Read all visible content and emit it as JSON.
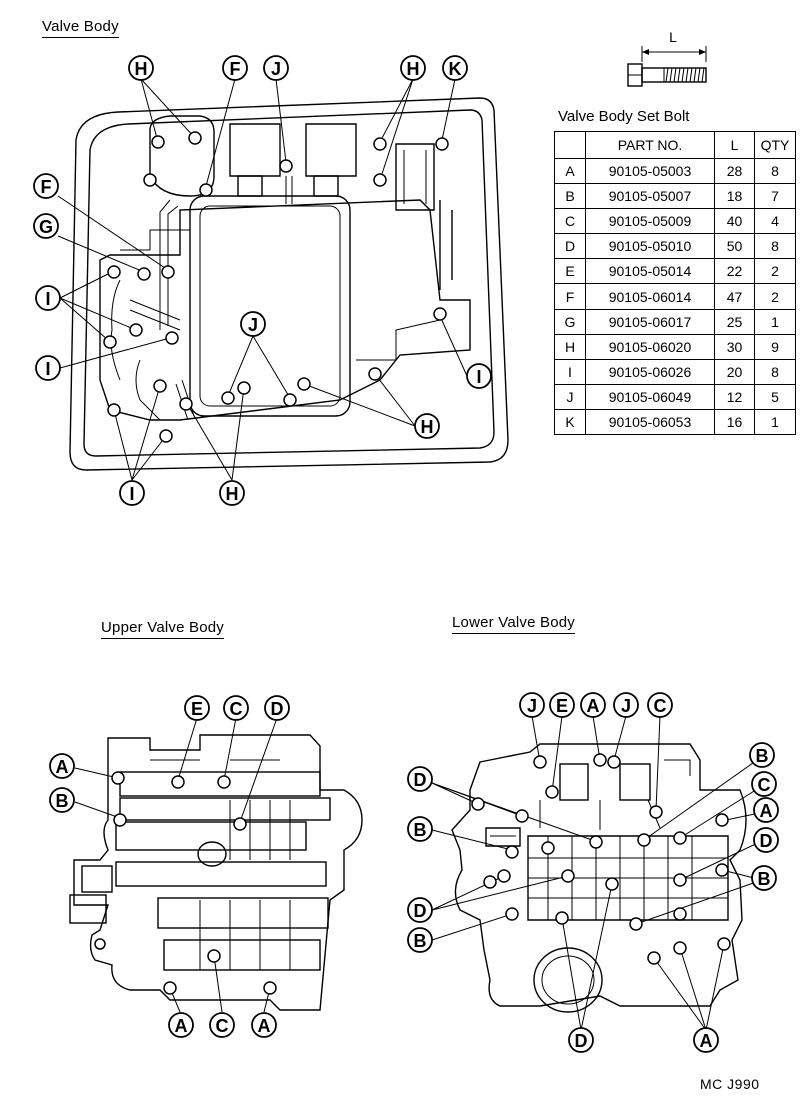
{
  "headings": {
    "valve_body": "Valve Body",
    "upper_valve_body": "Upper Valve Body",
    "lower_valve_body": "Lower Valve Body"
  },
  "bolt_icon": {
    "dimension_label": "L"
  },
  "table": {
    "title": "Valve Body Set Bolt",
    "headers": [
      "",
      "PART NO.",
      "L",
      "QTY"
    ],
    "rows": [
      [
        "A",
        "90105-05003",
        "28",
        "8"
      ],
      [
        "B",
        "90105-05007",
        "18",
        "7"
      ],
      [
        "C",
        "90105-05009",
        "40",
        "4"
      ],
      [
        "D",
        "90105-05010",
        "50",
        "8"
      ],
      [
        "E",
        "90105-05014",
        "22",
        "2"
      ],
      [
        "F",
        "90105-06014",
        "47",
        "2"
      ],
      [
        "G",
        "90105-06017",
        "25",
        "1"
      ],
      [
        "H",
        "90105-06020",
        "30",
        "9"
      ],
      [
        "I",
        "90105-06026",
        "20",
        "8"
      ],
      [
        "J",
        "90105-06049",
        "12",
        "5"
      ],
      [
        "K",
        "90105-06053",
        "16",
        "1"
      ]
    ]
  },
  "reference_code": "MC J990",
  "callouts": {
    "valve_body": [
      "H",
      "F",
      "J",
      "H",
      "K",
      "F",
      "G",
      "I",
      "I",
      "J",
      "I",
      "H",
      "I",
      "H"
    ],
    "upper_valve_body": [
      "E",
      "C",
      "D",
      "A",
      "B",
      "A",
      "C",
      "A"
    ],
    "lower_valve_body": [
      "J",
      "E",
      "A",
      "J",
      "C",
      "B",
      "C",
      "D",
      "A",
      "B",
      "D",
      "B",
      "D",
      "B",
      "D",
      "A"
    ]
  }
}
